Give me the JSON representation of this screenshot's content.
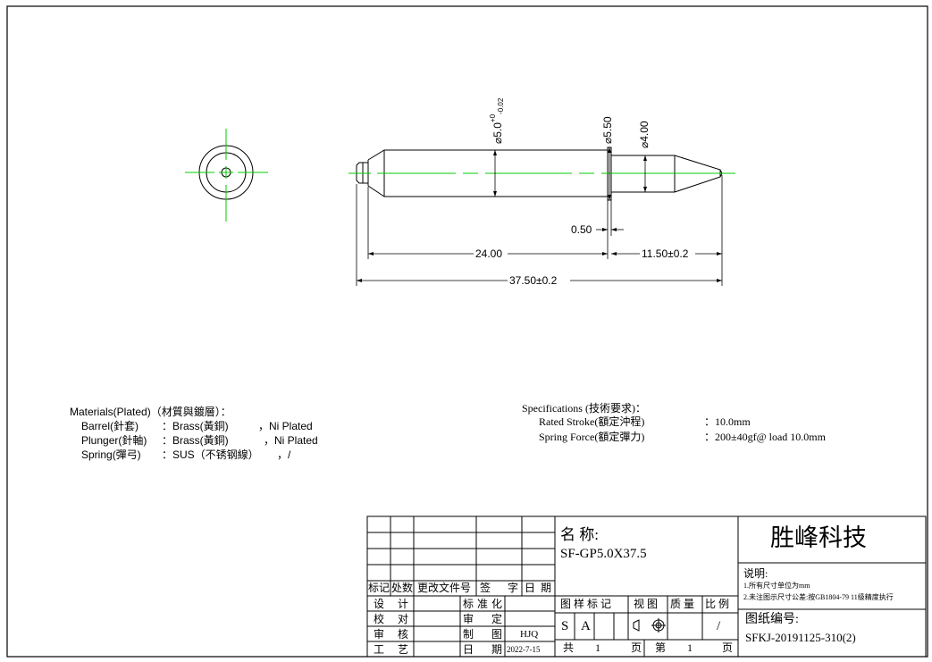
{
  "dimensions": {
    "dia_main": "⌀5.0",
    "dia_main_tol_upper": "+0",
    "dia_main_tol_lower": "-0.02",
    "dia_collar": "⌀5.50",
    "dia_tip": "⌀4.00",
    "collar_width": "0.50",
    "barrel_length": "24.00",
    "plunger_length": "11.50±0.2",
    "total_length": "37.50±0.2"
  },
  "materials": {
    "heading": "Materials(Plated)（材質與鍍層）：",
    "rows": [
      {
        "part": "Barrel(針套)",
        "material": "：Brass(黃銅)",
        "plating": "，Ni Plated"
      },
      {
        "part": "Plunger(針軸)",
        "material": "：Brass(黃銅)",
        "plating": "，Ni Plated"
      },
      {
        "part": "Spring(彈弓)",
        "material": "：SUS（不锈钢線）",
        "plating": "，/"
      }
    ]
  },
  "specifications": {
    "heading": "Specifications (技術要求)：",
    "rows": [
      {
        "label": "Rated Stroke(額定沖程)",
        "value": "：10.0mm"
      },
      {
        "label": "Spring Force(額定彈力)",
        "value": "：200±40gf@ load 10.0mm"
      }
    ]
  },
  "title_block": {
    "revision_headers": [
      "标记",
      "处数",
      "更改文件号",
      "签",
      "字",
      "日",
      "期"
    ],
    "left_rows": [
      {
        "a": "设",
        "b": "计",
        "c": "标",
        "d": "准",
        "e": "化",
        "f": "",
        "g": ""
      },
      {
        "a": "校",
        "b": "对",
        "c": "审",
        "d": "",
        "e": "定",
        "f": "",
        "g": ""
      },
      {
        "a": "审",
        "b": "核",
        "c": "制",
        "d": "",
        "e": "图",
        "f": "HJQ",
        "g": ""
      },
      {
        "a": "工",
        "b": "艺",
        "c": "日",
        "d": "",
        "e": "期",
        "f": "2022-7-15",
        "g": ""
      }
    ],
    "name_label": "名 称:",
    "name_value": "SF-GP5.0X37.5",
    "company": "胜峰科技",
    "notes_label": "说明:",
    "note_1": "1.所有尺寸单位为mm",
    "note_2": "2.未注图示尺寸公差:按GB1804-79 11级精度执行",
    "header_labels": [
      "图样标记",
      "视 图",
      "质 量",
      "比 例"
    ],
    "marks": [
      "S",
      "A"
    ],
    "scale": "/",
    "sheet": {
      "total_label": "共",
      "total": "1",
      "page1": "页",
      "this_label": "第",
      "this": "1",
      "page2": "页"
    },
    "drawing_no_label": "图纸编号:",
    "drawing_no": "SFKJ-20191125-310(2)"
  },
  "colors": {
    "centerline": "#00cc00",
    "line": "#000000",
    "background": "#ffffff"
  }
}
